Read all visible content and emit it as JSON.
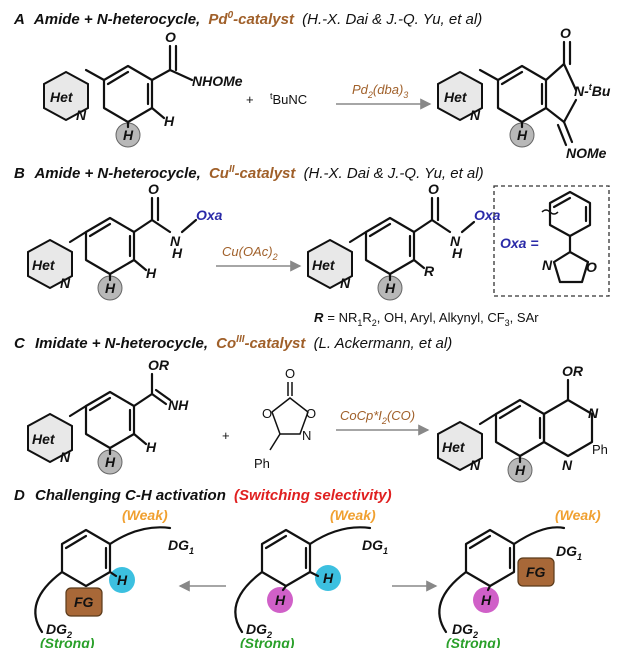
{
  "sections": {
    "a": {
      "letter": "A",
      "title": "Amide + N-heterocycle,",
      "catalyst": "Pd",
      "catalyst_sup": "0",
      "catalyst_suffix": "-catalyst",
      "cite": "(H.-X. Dai & J.-Q. Yu, et al)"
    },
    "b": {
      "letter": "B",
      "title": "Amide + N-heterocycle,",
      "catalyst": "Cu",
      "catalyst_sup": "II",
      "catalyst_suffix": "-catalyst",
      "cite": "(H.-X. Dai & J.-Q. Yu, et al)"
    },
    "c": {
      "letter": "C",
      "title": "Imidate + N-heterocycle,",
      "catalyst": "Co",
      "catalyst_sup": "III",
      "catalyst_suffix": "-catalyst",
      "cite": "(L. Ackermann, et al)"
    },
    "d": {
      "letter": "D",
      "title": "Challenging C-H activation",
      "highlight": "(Switching selectivity)"
    }
  },
  "labels": {
    "het": "Het",
    "n": "N",
    "h": "H",
    "o": "O",
    "nhome": "NHOMe",
    "plus": "+",
    "tbunc_sup": "t",
    "tbunc": "BuNC",
    "pd_reagent": "Pd",
    "pd_sub2": "2",
    "pd_dba": "(dba)",
    "pd_sub3": "3",
    "ntbu": "N-",
    "ntbu_sup": "t",
    "ntbu_rest": "Bu",
    "nome": "NOMe",
    "oxa": "Oxa",
    "cu_reagent": "Cu(OAc)",
    "cu_sub": "2",
    "r": "R",
    "oxa_eq": "Oxa =",
    "r_def_lead": "R",
    "r_def": "= NR",
    "r_def_sub1": "1",
    "r_def_r2": "R",
    "r_def_sub2": "2",
    "r_def_rest": ", OH, Aryl, Alkynyl, CF",
    "r_def_sub3": "3",
    "r_def_end": ", SAr",
    "or": "OR",
    "nh": "NH",
    "ph": "Ph",
    "co_reagent": "CoCp*I",
    "co_sub": "2",
    "co_rest": "(CO)",
    "weak": "(Weak)",
    "strong": "(Strong)",
    "dg": "DG",
    "dg1": "1",
    "dg2": "2",
    "fg": "FG"
  },
  "colors": {
    "catalyst": "#a0602a",
    "oxa": "#2a2aa8",
    "weak": "#f0a030",
    "strong": "#2aa02a",
    "highlight": "#e02020",
    "h_cyan": "#3cc0e0",
    "h_pink": "#d060c8",
    "fg_box": "#a86838"
  }
}
